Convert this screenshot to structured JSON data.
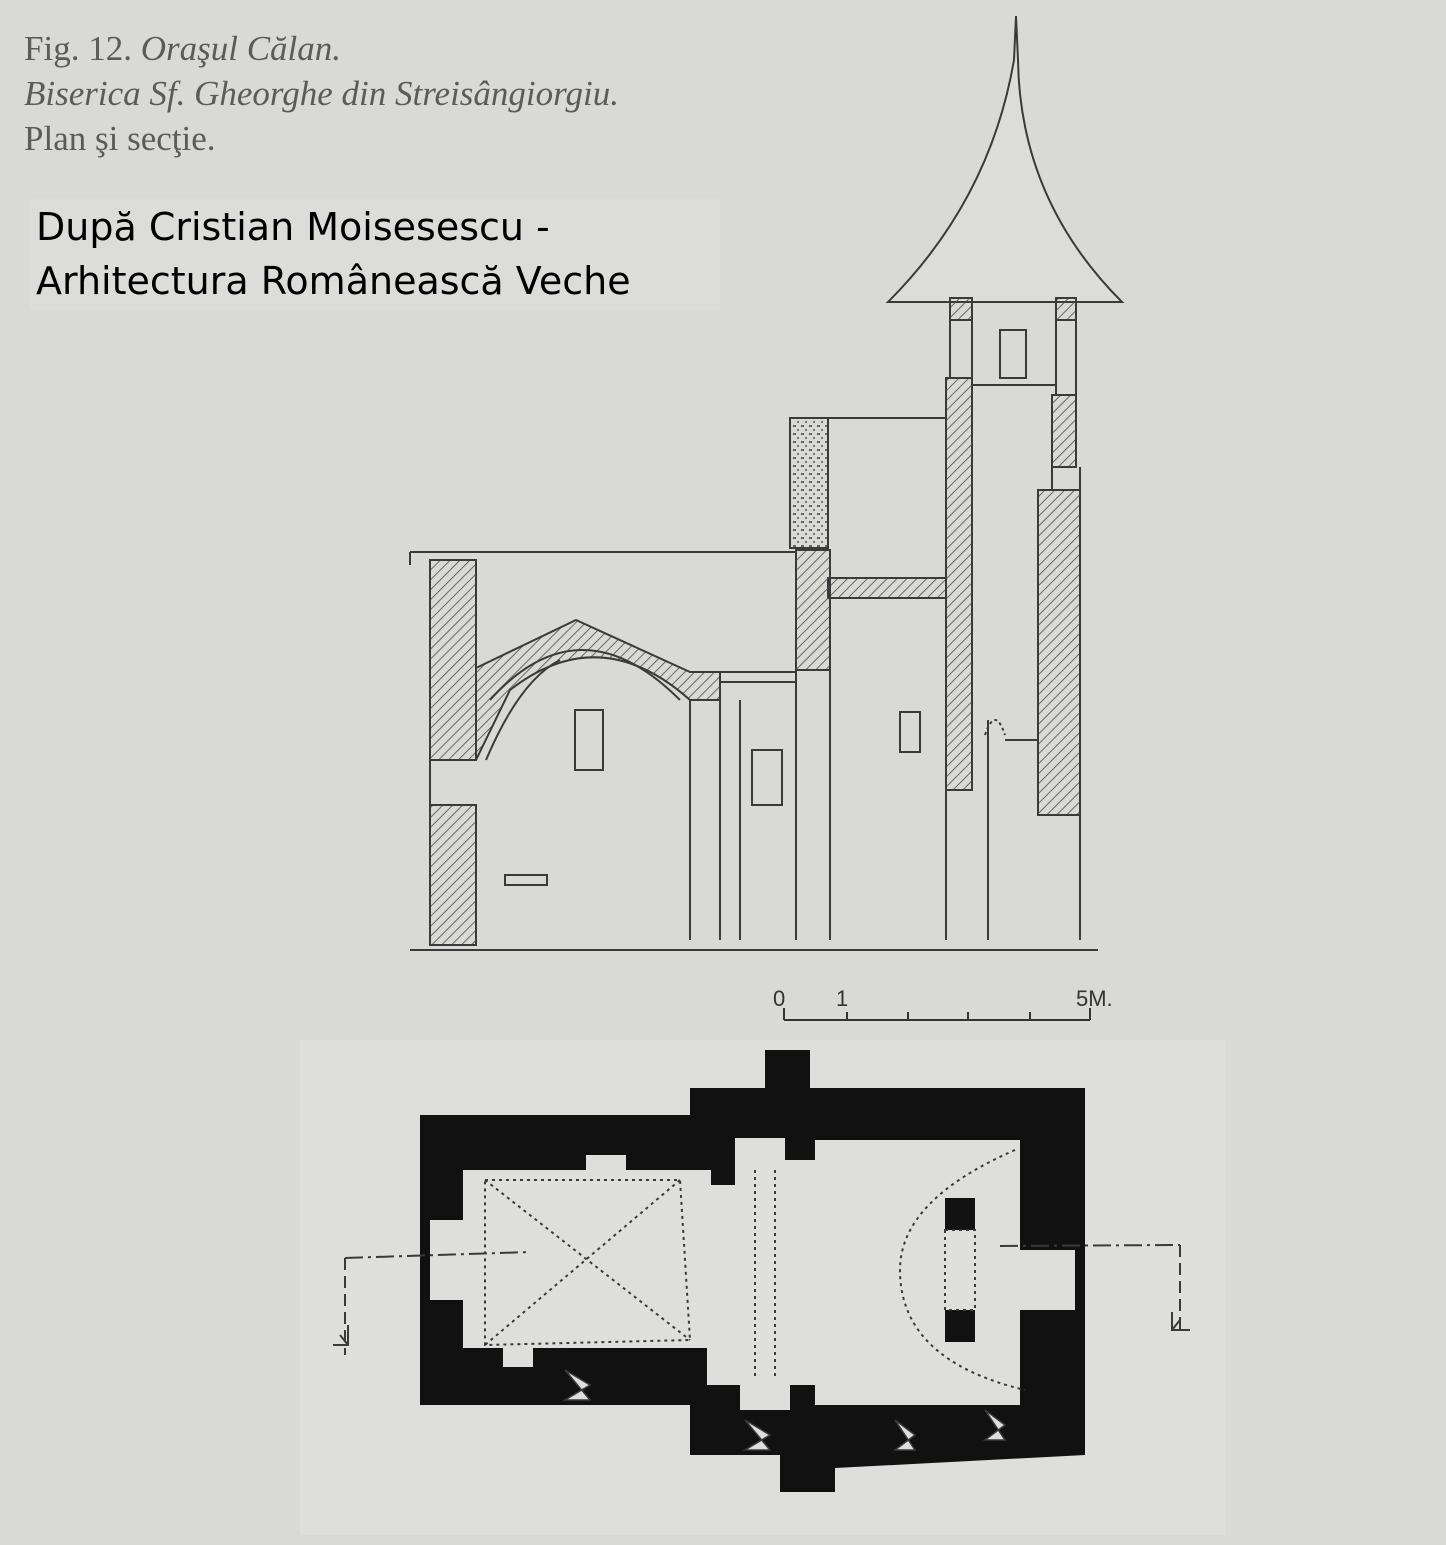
{
  "caption": {
    "fig_number": "Fig. 12.",
    "town": "Oraşul Călan.",
    "church": "Biserica Sf. Gheorghe din Streisângiorgiu.",
    "subtitle": "Plan şi secţie."
  },
  "credit": {
    "line1": "După Cristian Moisesescu -",
    "line2": "Arhitectura Românească Veche"
  },
  "scale_bar": {
    "label_zero": "0",
    "label_one": "1",
    "label_five": "5M."
  },
  "colors": {
    "paper": "#d9d9d6",
    "ink": "#3a3a3a",
    "wall_fill": "#111111",
    "caption_text": "#5b5b5b",
    "credit_text": "#000000"
  }
}
